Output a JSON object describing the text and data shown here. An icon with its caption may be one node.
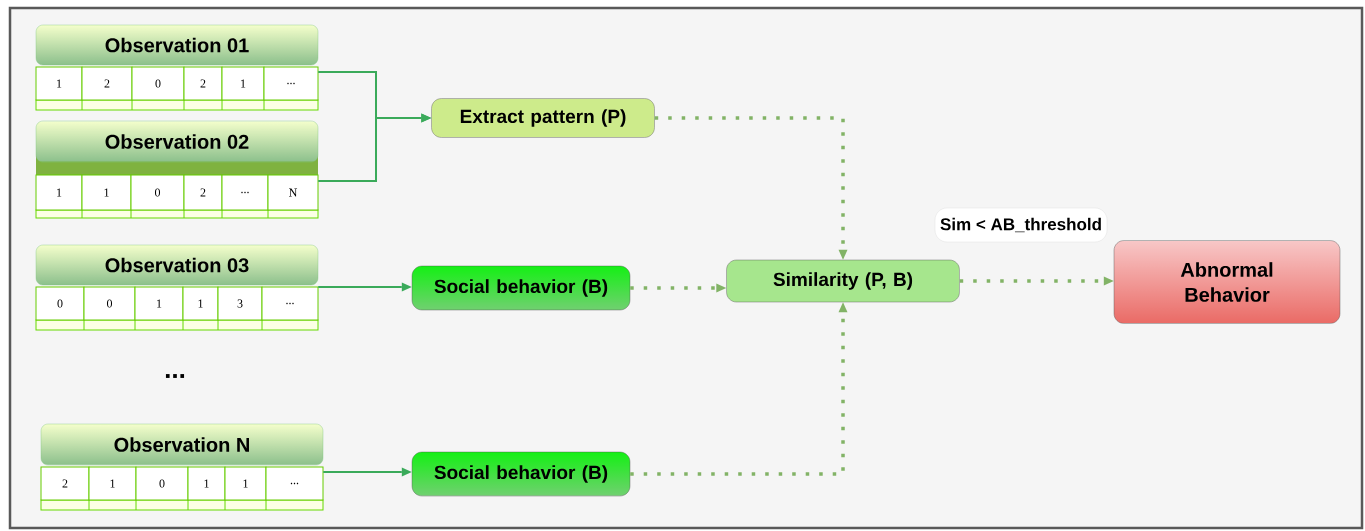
{
  "diagram": {
    "nodes": [
      {
        "text": [
          "Observation 01",
          "1",
          "2",
          "0",
          "2",
          "1",
          "..."
        ]
      },
      {
        "text": [
          "Observation 02",
          "1",
          "1",
          "0",
          "2",
          "...",
          "N"
        ]
      },
      {
        "text": [
          "Observation 03",
          "0",
          "0",
          "1",
          "1",
          "3",
          "..."
        ]
      },
      {
        "text": [
          "Observation N",
          "2",
          "1",
          "0",
          "1",
          "1",
          "..."
        ]
      },
      {
        "text": [
          "Extract pattern (P)"
        ]
      },
      {
        "text": [
          "Social behavior (B)"
        ]
      },
      {
        "text": [
          "Social behavior (B)"
        ]
      },
      {
        "text": [
          "Similarity (P, B)"
        ]
      },
      {
        "text": [
          "Abnormal Behavior"
        ]
      }
    ],
    "edges": [
      {
        "from": 0,
        "to": 4,
        "arrow": "to"
      },
      {
        "from": 1,
        "to": 4,
        "arrow": "to"
      },
      {
        "from": 2,
        "to": 5,
        "arrow": "to"
      },
      {
        "from": 3,
        "to": 6,
        "arrow": "to"
      },
      {
        "from": 4,
        "to": 7,
        "arrow": "to",
        "style": "dashed",
        "color": "#82b366"
      },
      {
        "from": 5,
        "to": 7,
        "arrow": "to",
        "style": "dashed",
        "color": "#82b366"
      },
      {
        "from": 6,
        "to": 7,
        "arrow": "to",
        "style": "dashed",
        "color": "#82b366"
      },
      {
        "from": 7,
        "to": 8,
        "arrow": "to",
        "style": "dashed",
        "color": "#82b366",
        "label": "Sim < AB_threshold"
      }
    ],
    "labels": [
      "..."
    ]
  }
}
